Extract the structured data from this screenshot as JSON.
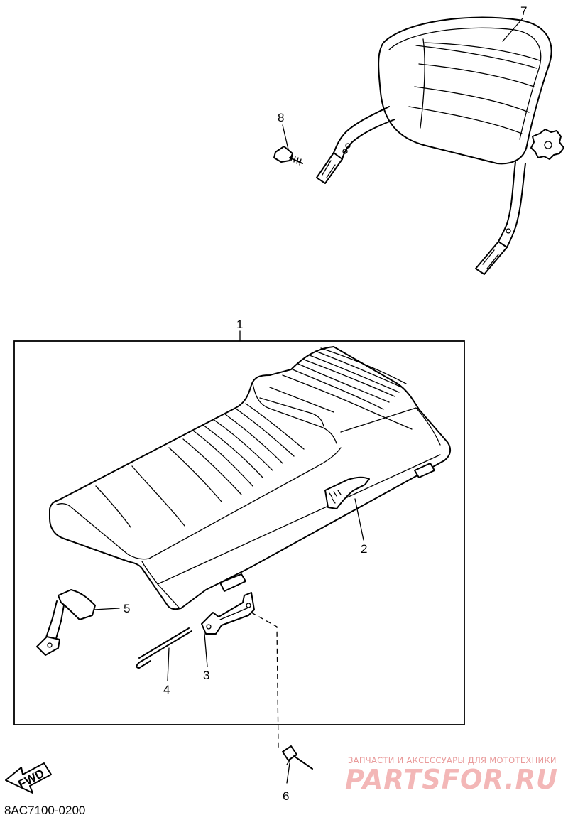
{
  "diagram_code": "8AC7100-0200",
  "fwd_label": "FWD",
  "watermark": {
    "tagline": "ЗАПЧАСТИ И АКСЕССУАРЫ ДЛЯ МОТОТЕХНИКИ",
    "brand": "PARTSFOR.RU"
  },
  "callouts": {
    "c1": "1",
    "c2": "2",
    "c3": "3",
    "c4": "4",
    "c5": "5",
    "c6": "6",
    "c7": "7",
    "c8": "8"
  }
}
